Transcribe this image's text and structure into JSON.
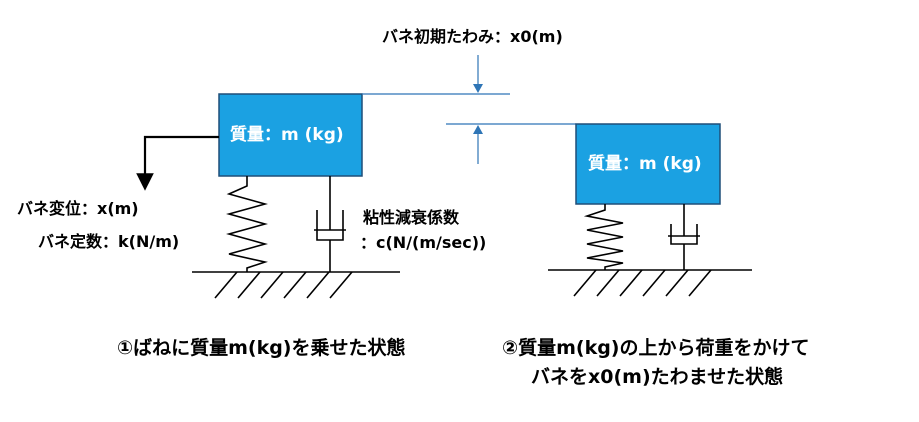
{
  "colors": {
    "mass_fill": "#1BA1E2",
    "mass_stroke": "#1F4E79",
    "spring": "#000000",
    "dim_line": "#2E75B6"
  },
  "mass1": {
    "label": "質量：m (kg)"
  },
  "mass2": {
    "label": "質量：m (kg)"
  },
  "labels": {
    "initial_deflection": "バネ初期たわみ：x0(m)",
    "spring_displacement": "バネ変位：x(m)",
    "spring_constant": "バネ定数：k(N/m)",
    "damping_title": "粘性減衰係数",
    "damping_value": "：c(N/(m/sec))"
  },
  "captions": {
    "case1": "①ばねに質量m(kg)を乗せた状態",
    "case2_line1": "②質量m(kg)の上から荷重をかけて",
    "case2_line2": "バネをx0(m)たわませた状態"
  }
}
